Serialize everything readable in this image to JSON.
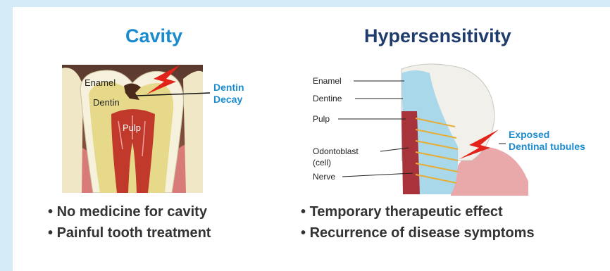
{
  "cavity": {
    "title": "Cavity",
    "labels": {
      "enamel": "Enamel",
      "dentin": "Dentin",
      "pulp": "Pulp",
      "callout_line1": "Dentin",
      "callout_line2": "Decay"
    },
    "bullets": [
      "No medicine for cavity",
      "Painful tooth treatment"
    ]
  },
  "hypersensitivity": {
    "title": "Hypersensitivity",
    "labels": {
      "enamel": "Enamel",
      "dentine": "Dentine",
      "pulp": "Pulp",
      "odontoblast_line1": "Odontoblast",
      "odontoblast_line2": "(cell)",
      "nerve": "Nerve",
      "exposed_line1": "Exposed",
      "exposed_line2": "Dentinal tubules"
    },
    "bullets": [
      "Temporary therapeutic effect",
      "Recurrence of disease symptoms"
    ]
  },
  "colors": {
    "background": "#d5ecf8",
    "cavity_title": "#1b8bd0",
    "hyper_title": "#203c6c",
    "callout": "#1b8bd0",
    "lightning": "#e2231a"
  }
}
